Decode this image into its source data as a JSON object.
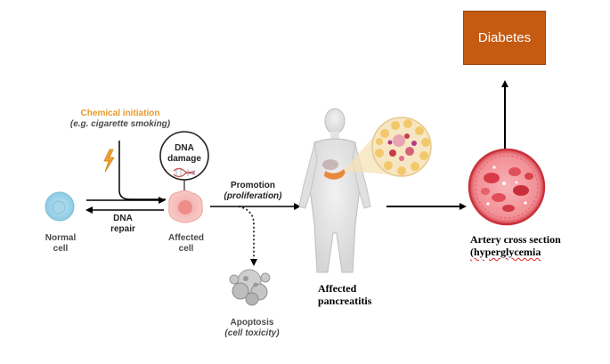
{
  "outcome": {
    "label": "Diabetes",
    "color": "#c55a11"
  },
  "initiation": {
    "title": "Chemical initiation",
    "subtitle": "(e.g. cigarette smoking)",
    "title_color": "#e69a2a",
    "bolt_icon": "lightning-bolt-icon"
  },
  "dna_damage": {
    "label_line1": "DNA",
    "label_line2": "damage",
    "icon": "dna-helix-icon"
  },
  "dna_repair": {
    "line1": "DNA",
    "line2": "repair"
  },
  "normal_cell": {
    "line1": "Normal",
    "line2": "cell"
  },
  "affected_cell": {
    "line1": "Affected",
    "line2": "cell"
  },
  "promotion": {
    "title": "Promotion",
    "subtitle": "(proliferation)"
  },
  "apoptosis": {
    "title": "Apoptosis",
    "subtitle": "(cell toxicity)"
  },
  "pancreatitis": {
    "line1": "Affected",
    "line2": "pancreatitis",
    "icon": "human-body-icon"
  },
  "artery": {
    "line1": "Artery cross section",
    "line2": "(hyperglycemia",
    "icon": "artery-cross-section-icon"
  }
}
